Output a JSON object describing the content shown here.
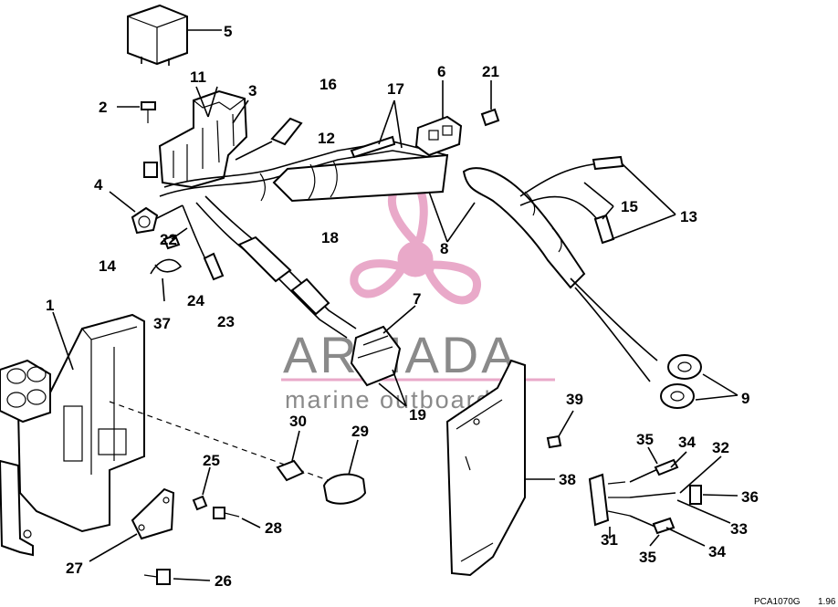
{
  "callouts": {
    "n1": "1",
    "n2": "2",
    "n3": "3",
    "n4": "4",
    "n5": "5",
    "n6": "6",
    "n7": "7",
    "n8": "8",
    "n9": "9",
    "n11": "11",
    "n12": "12",
    "n13": "13",
    "n14": "14",
    "n15": "15",
    "n16": "16",
    "n17": "17",
    "n18": "18",
    "n19": "19",
    "n21": "21",
    "n22": "22",
    "n23": "23",
    "n24": "24",
    "n25": "25",
    "n26": "26",
    "n27": "27",
    "n28": "28",
    "n29": "29",
    "n30": "30",
    "n31": "31",
    "n32": "32",
    "n33": "33",
    "n34a": "34",
    "n34b": "34",
    "n35a": "35",
    "n35b": "35",
    "n36": "36",
    "n37": "37",
    "n38": "38",
    "n39": "39"
  },
  "watermark": {
    "title": "ARMADA",
    "subtitle": "marine outboards",
    "logo_color": "#e9a9c9",
    "text_color": "#8a8a8a"
  },
  "footer": {
    "code": "PCA1070G",
    "date": "1.96"
  }
}
